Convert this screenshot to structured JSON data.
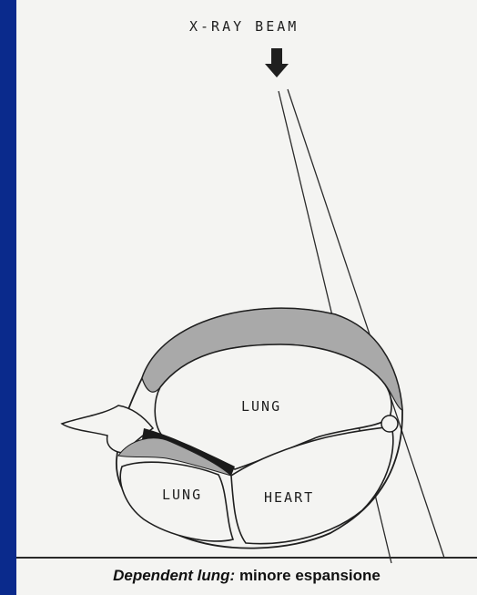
{
  "labels": {
    "beam": "X-RAY BEAM",
    "lung_upper": "LUNG",
    "lung_lower": "LUNG",
    "heart": "HEART"
  },
  "caption": {
    "emphasis": "Dependent lung:",
    "text": " minore espansione"
  },
  "colors": {
    "frame": "#0a2a8c",
    "paper": "#f4f4f2",
    "shading": "#a9a9a9",
    "ink": "#1f1f1f"
  }
}
